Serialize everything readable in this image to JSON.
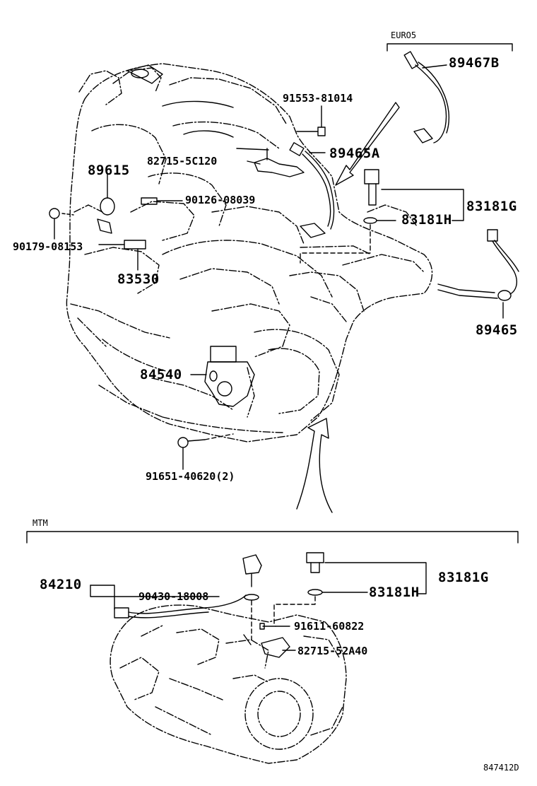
{
  "sections": {
    "euro5": "EURO5",
    "mtm": "MTM"
  },
  "labels": {
    "p89467B": "89467B",
    "p91553": "91553-81014",
    "p89465A": "89465A",
    "p82715_5C120": "82715-5C120",
    "p89615": "89615",
    "p90126": "90126-08039",
    "p83181G_top": "83181G",
    "p83181H_top": "83181H",
    "p90179": "90179-08153",
    "p83530": "83530",
    "p89465": "89465",
    "p84540": "84540",
    "p91651": "91651-40620(2)",
    "p84210": "84210",
    "p83181G_bot": "83181G",
    "p90430": "90430-18008",
    "p83181H_bot": "83181H",
    "p91611": "91611-60822",
    "p82715_52A40": "82715-52A40"
  },
  "diagram_code": "847412D"
}
